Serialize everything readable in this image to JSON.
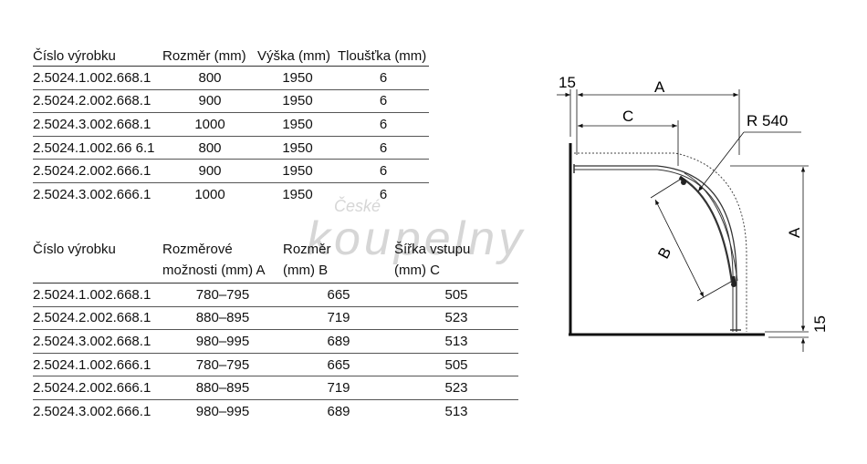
{
  "watermark": {
    "line1": "České",
    "line2": "koupelny"
  },
  "table1": {
    "headers": [
      "Číslo výrobku",
      "Rozměr (mm)",
      "Výška (mm)",
      "Tloušťka (mm)"
    ],
    "rows": [
      [
        "2.5024.1.002.668.1",
        "800",
        "1950",
        "6"
      ],
      [
        "2.5024.2.002.668.1",
        "900",
        "1950",
        "6"
      ],
      [
        "2.5024.3.002.668.1",
        "1000",
        "1950",
        "6"
      ],
      [
        "2.5024.1.002.66 6.1",
        "800",
        "1950",
        "6"
      ],
      [
        "2.5024.2.002.666.1",
        "900",
        "1950",
        "6"
      ],
      [
        "2.5024.3.002.666.1",
        "1000",
        "1950",
        "6"
      ]
    ]
  },
  "table2": {
    "headers": [
      {
        "l1": "Číslo výrobku",
        "l2": ""
      },
      {
        "l1": "Rozměrové",
        "l2": "možnosti (mm) A"
      },
      {
        "l1": "Rozměr",
        "l2": "(mm) B"
      },
      {
        "l1": "Šířka vstupu",
        "l2": "(mm) C"
      }
    ],
    "rows": [
      [
        "2.5024.1.002.668.1",
        "780–795",
        "665",
        "505"
      ],
      [
        "2.5024.2.002.668.1",
        "880–895",
        "719",
        "523"
      ],
      [
        "2.5024.3.002.668.1",
        "980–995",
        "689",
        "513"
      ],
      [
        "2.5024.1.002.666.1",
        "780–795",
        "665",
        "505"
      ],
      [
        "2.5024.2.002.666.1",
        "880–895",
        "719",
        "523"
      ],
      [
        "2.5024.3.002.666.1",
        "980–995",
        "689",
        "513"
      ]
    ]
  },
  "diagram": {
    "label_15_top": "15",
    "label_A_top": "A",
    "label_C": "C",
    "label_R": "R 540",
    "label_B": "B",
    "label_A_right": "A",
    "label_15_right": "15"
  }
}
